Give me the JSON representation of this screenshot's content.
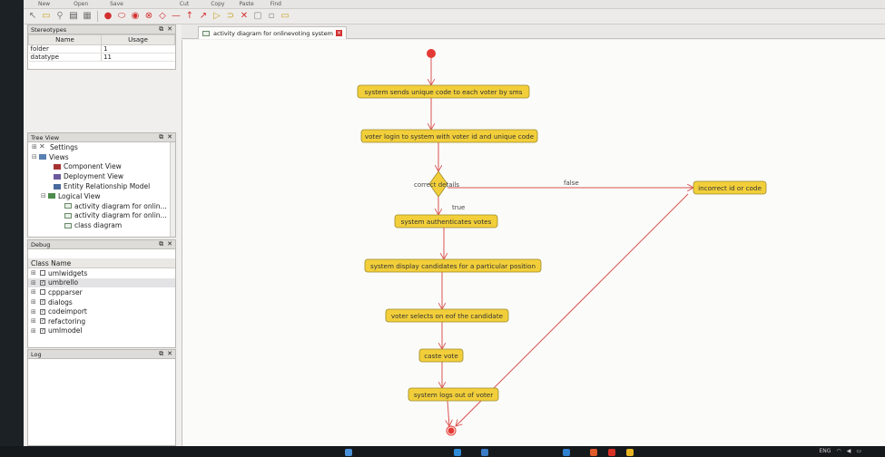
{
  "toolbar": {
    "new_label": "New",
    "open_label": "Open",
    "save_label": "Save",
    "cut_label": "Cut",
    "copy_label": "Copy",
    "paste_label": "Paste",
    "find_label": "Find"
  },
  "stereotypes": {
    "title": "Stereotypes",
    "col_name": "Name",
    "col_usage": "Usage",
    "rows": [
      {
        "name": "folder",
        "usage": "1"
      },
      {
        "name": "datatype",
        "usage": "11"
      }
    ]
  },
  "tree_view": {
    "title": "Tree View",
    "items": [
      {
        "label": "Settings",
        "icon": "settings-icon"
      },
      {
        "label": "Views",
        "icon": "folder-icon"
      },
      {
        "label": "Component View",
        "icon": "component-view-icon"
      },
      {
        "label": "Deployment View",
        "icon": "deployment-view-icon"
      },
      {
        "label": "Entity Relationship Model",
        "icon": "er-model-icon"
      },
      {
        "label": "Logical View",
        "icon": "logical-view-icon"
      },
      {
        "label": "activity diagram for onlin...",
        "icon": "diagram-icon"
      },
      {
        "label": "activity diagram for onlin...",
        "icon": "diagram-icon"
      },
      {
        "label": "class diagram",
        "icon": "diagram-icon"
      }
    ]
  },
  "debug": {
    "title": "Debug",
    "col_class": "Class Name",
    "rows": [
      {
        "name": "umlwidgets",
        "checked": false
      },
      {
        "name": "umbrello",
        "checked": true
      },
      {
        "name": "cppparser",
        "checked": false
      },
      {
        "name": "dialogs",
        "checked": true
      },
      {
        "name": "codeimport",
        "checked": true
      },
      {
        "name": "refactoring",
        "checked": true
      },
      {
        "name": "umlmodel",
        "checked": true
      }
    ]
  },
  "log": {
    "title": "Log"
  },
  "document": {
    "tab_label": "activity diagram for onlinevoting system"
  },
  "diagram": {
    "activities": [
      "system sends unique code to each voter by sms",
      "voter login to system with voter id and unique code",
      "system authenticates votes",
      "system display candidates for a particular position",
      "voter selects on eof the candidate",
      "caste vote",
      "system logs out of voter",
      "incorrect id or code"
    ],
    "decision_label": "correct details",
    "guard_true": "true",
    "guard_false": "false"
  },
  "colors": {
    "activity_fill": "#f2cf3a",
    "activity_border": "#9c8a2a",
    "edge": "#d9534f",
    "initial_node": "#e53935"
  },
  "taskbar": {
    "language": "ENG"
  }
}
